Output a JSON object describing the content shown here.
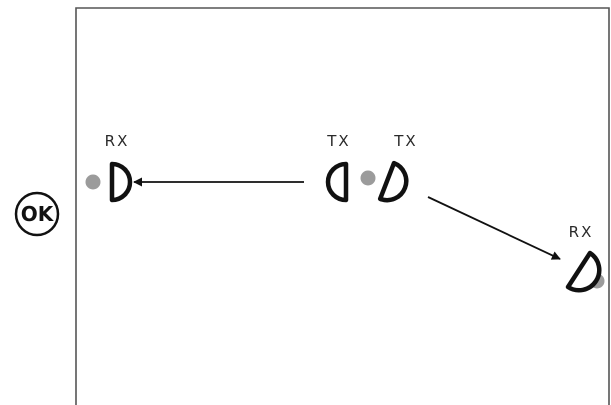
{
  "diagram": {
    "status_badge": "OK",
    "pair_left": {
      "transmitter_label": "TX",
      "receiver_label": "RX"
    },
    "pair_right": {
      "transmitter_label": "TX",
      "receiver_label": "RX"
    }
  },
  "colors": {
    "stroke": "#111111",
    "frame": "#555555",
    "dot": "#9b9b9b",
    "background": "#ffffff"
  }
}
